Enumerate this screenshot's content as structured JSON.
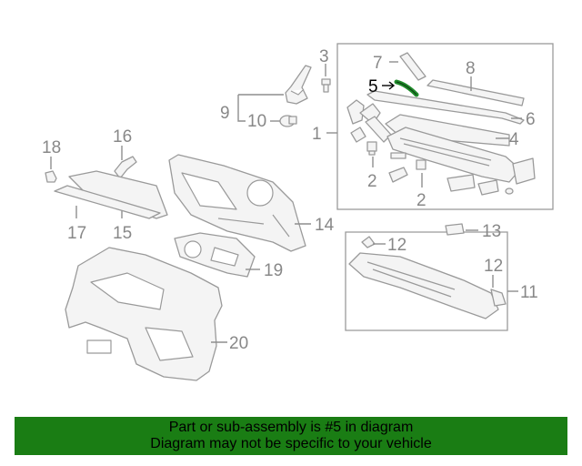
{
  "diagram": {
    "callouts": {
      "c1": "1",
      "c2a": "2",
      "c2b": "2",
      "c3": "3",
      "c4": "4",
      "c5": "5",
      "c6": "6",
      "c7": "7",
      "c8": "8",
      "c9": "9",
      "c10": "10",
      "c11": "11",
      "c12a": "12",
      "c12b": "12",
      "c13": "13",
      "c14": "14",
      "c15": "15",
      "c16": "16",
      "c17": "17",
      "c18": "18",
      "c19": "19",
      "c20": "20"
    },
    "highlighted_part": "5",
    "colors": {
      "highlight_part": "#1f8a2a",
      "line": "#9a9a9a",
      "label": "#888888",
      "banner": "#1a7d14"
    }
  },
  "banner": {
    "line1": "Part or sub-assembly is #5 in diagram",
    "line2": "Diagram may not be specific to your vehicle"
  }
}
